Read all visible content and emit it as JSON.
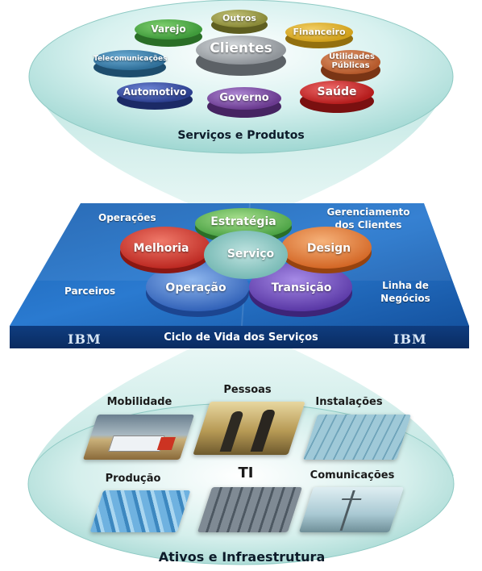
{
  "top": {
    "title": "Serviços e Produtos",
    "discs": [
      {
        "key": "varejo",
        "label": "Varejo",
        "color": "#3f9a3b"
      },
      {
        "key": "outros",
        "label": "Outros",
        "color": "#8a8a38"
      },
      {
        "key": "financeiro",
        "label": "Financeiro",
        "color": "#d1a11c"
      },
      {
        "key": "telecom",
        "label": "Telecomunicações",
        "color": "#2f6f99"
      },
      {
        "key": "clientes",
        "label": "Clientes",
        "color": "#8f9499"
      },
      {
        "key": "utilidades",
        "label": "Utilidades Públicas",
        "color": "#b55a2c"
      },
      {
        "key": "automotivo",
        "label": "Automotivo",
        "color": "#2c3f8f"
      },
      {
        "key": "governo",
        "label": "Governo",
        "color": "#6a3a8f"
      },
      {
        "key": "saude",
        "label": "Saúde",
        "color": "#b51d1d"
      }
    ]
  },
  "middle": {
    "footer_title": "Ciclo de Vida dos Serviços",
    "logo_left": "IBM",
    "logo_right": "IBM",
    "corners": {
      "operacoes": "Operações",
      "gerenciamento": "Gerenciamento dos Clientes",
      "parceiros": "Parceiros",
      "linha": "Linha de Negócios"
    },
    "center": "Serviço",
    "petals": [
      {
        "key": "estrategia",
        "label": "Estratégia",
        "color": "#5cb84a"
      },
      {
        "key": "design",
        "label": "Design",
        "color": "#e0702a"
      },
      {
        "key": "melhoria",
        "label": "Melhoria",
        "color": "#d0332c"
      },
      {
        "key": "operacao",
        "label": "Operação",
        "color": "#3b6fc6"
      },
      {
        "key": "transicao",
        "label": "Transição",
        "color": "#6a48b8"
      }
    ]
  },
  "bottom": {
    "title": "Ativos e Infraestrutura",
    "items": [
      {
        "key": "mobilidade",
        "label": "Mobilidade",
        "image": "truck-photo"
      },
      {
        "key": "pessoas",
        "label": "Pessoas",
        "image": "people-photo"
      },
      {
        "key": "instalacoes",
        "label": "Instalações",
        "image": "building-photo"
      },
      {
        "key": "producao",
        "label": "Produção",
        "image": "pipes-photo"
      },
      {
        "key": "ti",
        "label": "TI",
        "image": "servers-photo"
      },
      {
        "key": "comunicacoes",
        "label": "Comunicações",
        "image": "tower-photo"
      }
    ]
  }
}
